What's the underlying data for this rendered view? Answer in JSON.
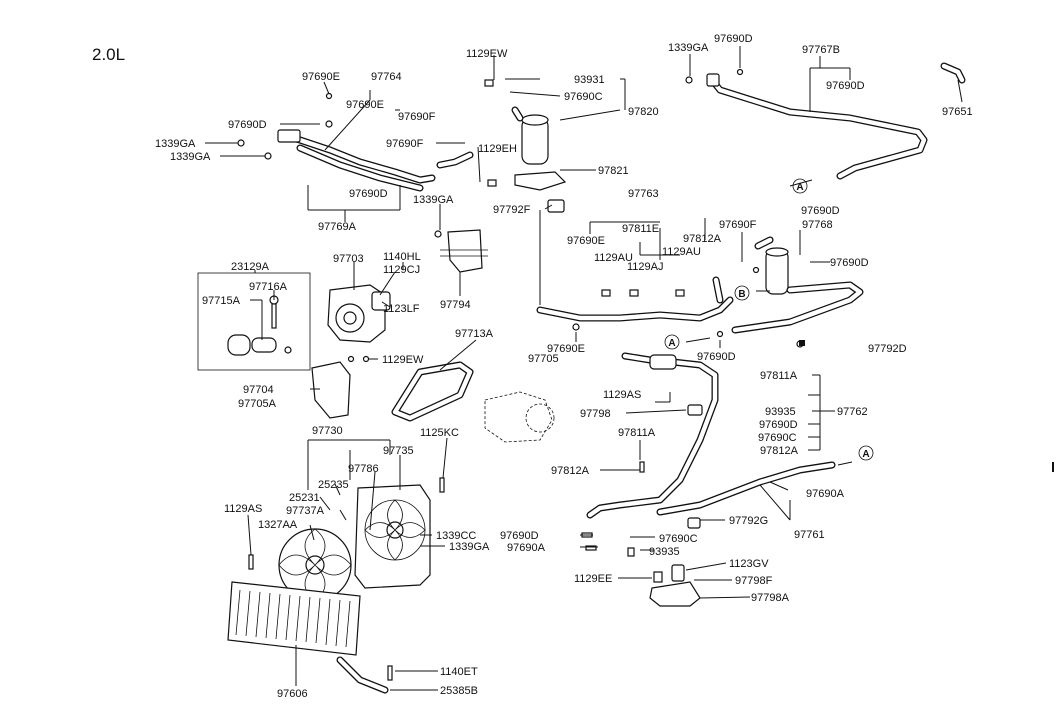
{
  "diagram": {
    "engine_label": "2.0L",
    "callouts": [
      "A",
      "B"
    ],
    "labels": {
      "p1129EW_top": "1129EW",
      "p93931": "93931",
      "p97690C_top": "97690C",
      "p97820": "97820",
      "p1339GA_tr": "1339GA",
      "p97690D_tr": "97690D",
      "p97767B": "97767B",
      "p97690D_tr2": "97690D",
      "p97651": "97651",
      "p97690E_a": "97690E",
      "p97764": "97764",
      "p97690E_b": "97690E",
      "p97690F_a": "97690F",
      "p97690D_l": "97690D",
      "p1339GA_l1": "1339GA",
      "p1339GA_l2": "1339GA",
      "p97690F_b": "97690F",
      "p1129EH": "1129EH",
      "p97821": "97821",
      "p97690D_l2": "97690D",
      "p97769A": "97769A",
      "p97763": "97763",
      "p97690D_m": "97690D",
      "p1339GA_m": "1339GA",
      "p97792F": "97792F",
      "p97690E_c": "97690E",
      "p97811E": "97811E",
      "p97812A_a": "97812A",
      "p97690F_c": "97690F",
      "p97768": "97768",
      "p97690D_r": "97690D",
      "p23129A": "23129A",
      "p97703": "97703",
      "p1140HL": "1140HL",
      "p1129CJ": "1129CJ",
      "p1129AU_a": "1129AU",
      "p1129AU_b": "1129AU",
      "p1129AJ": "1129AJ",
      "p97716A": "97716A",
      "p97715A": "97715A",
      "p1123LF": "1123LF",
      "p97794": "97794",
      "p97713A": "97713A",
      "p97690E_d": "97690E",
      "p97705": "97705",
      "p97690D_m2": "97690D",
      "p97792D": "97792D",
      "p1129EW_b": "1129EW",
      "p97704": "97704",
      "p97705A": "97705A",
      "p1129AS_a": "1129AS",
      "p97798": "97798",
      "p97811A_a": "97811A",
      "p93935_a": "93935",
      "p97762": "97762",
      "p97690D_r2": "97690D",
      "p97690C_r": "97690C",
      "p97812A_b": "97812A",
      "p97730": "97730",
      "p1125KC": "1125KC",
      "p97811A_b": "97811A",
      "p97735": "97735",
      "p97786": "97786",
      "p25235": "25235",
      "p97812A_c": "97812A",
      "p25231": "25231",
      "p97737A": "97737A",
      "p1129AS_b": "1129AS",
      "p1327AA": "1327AA",
      "p1339CC": "1339CC",
      "p1339GA_b": "1339GA",
      "p97690A_r": "97690A",
      "p97690D_b": "97690D",
      "p97690A_b": "97690A",
      "p97690C_b": "97690C",
      "p93935_b": "93935",
      "p97792G": "97792G",
      "p97761": "97761",
      "p1123GV": "1123GV",
      "p1129EE": "1129EE",
      "p97798F": "97798F",
      "p97798A": "97798A",
      "p1140ET": "1140ET",
      "p97606": "97606",
      "p25385B": "25385B"
    }
  }
}
